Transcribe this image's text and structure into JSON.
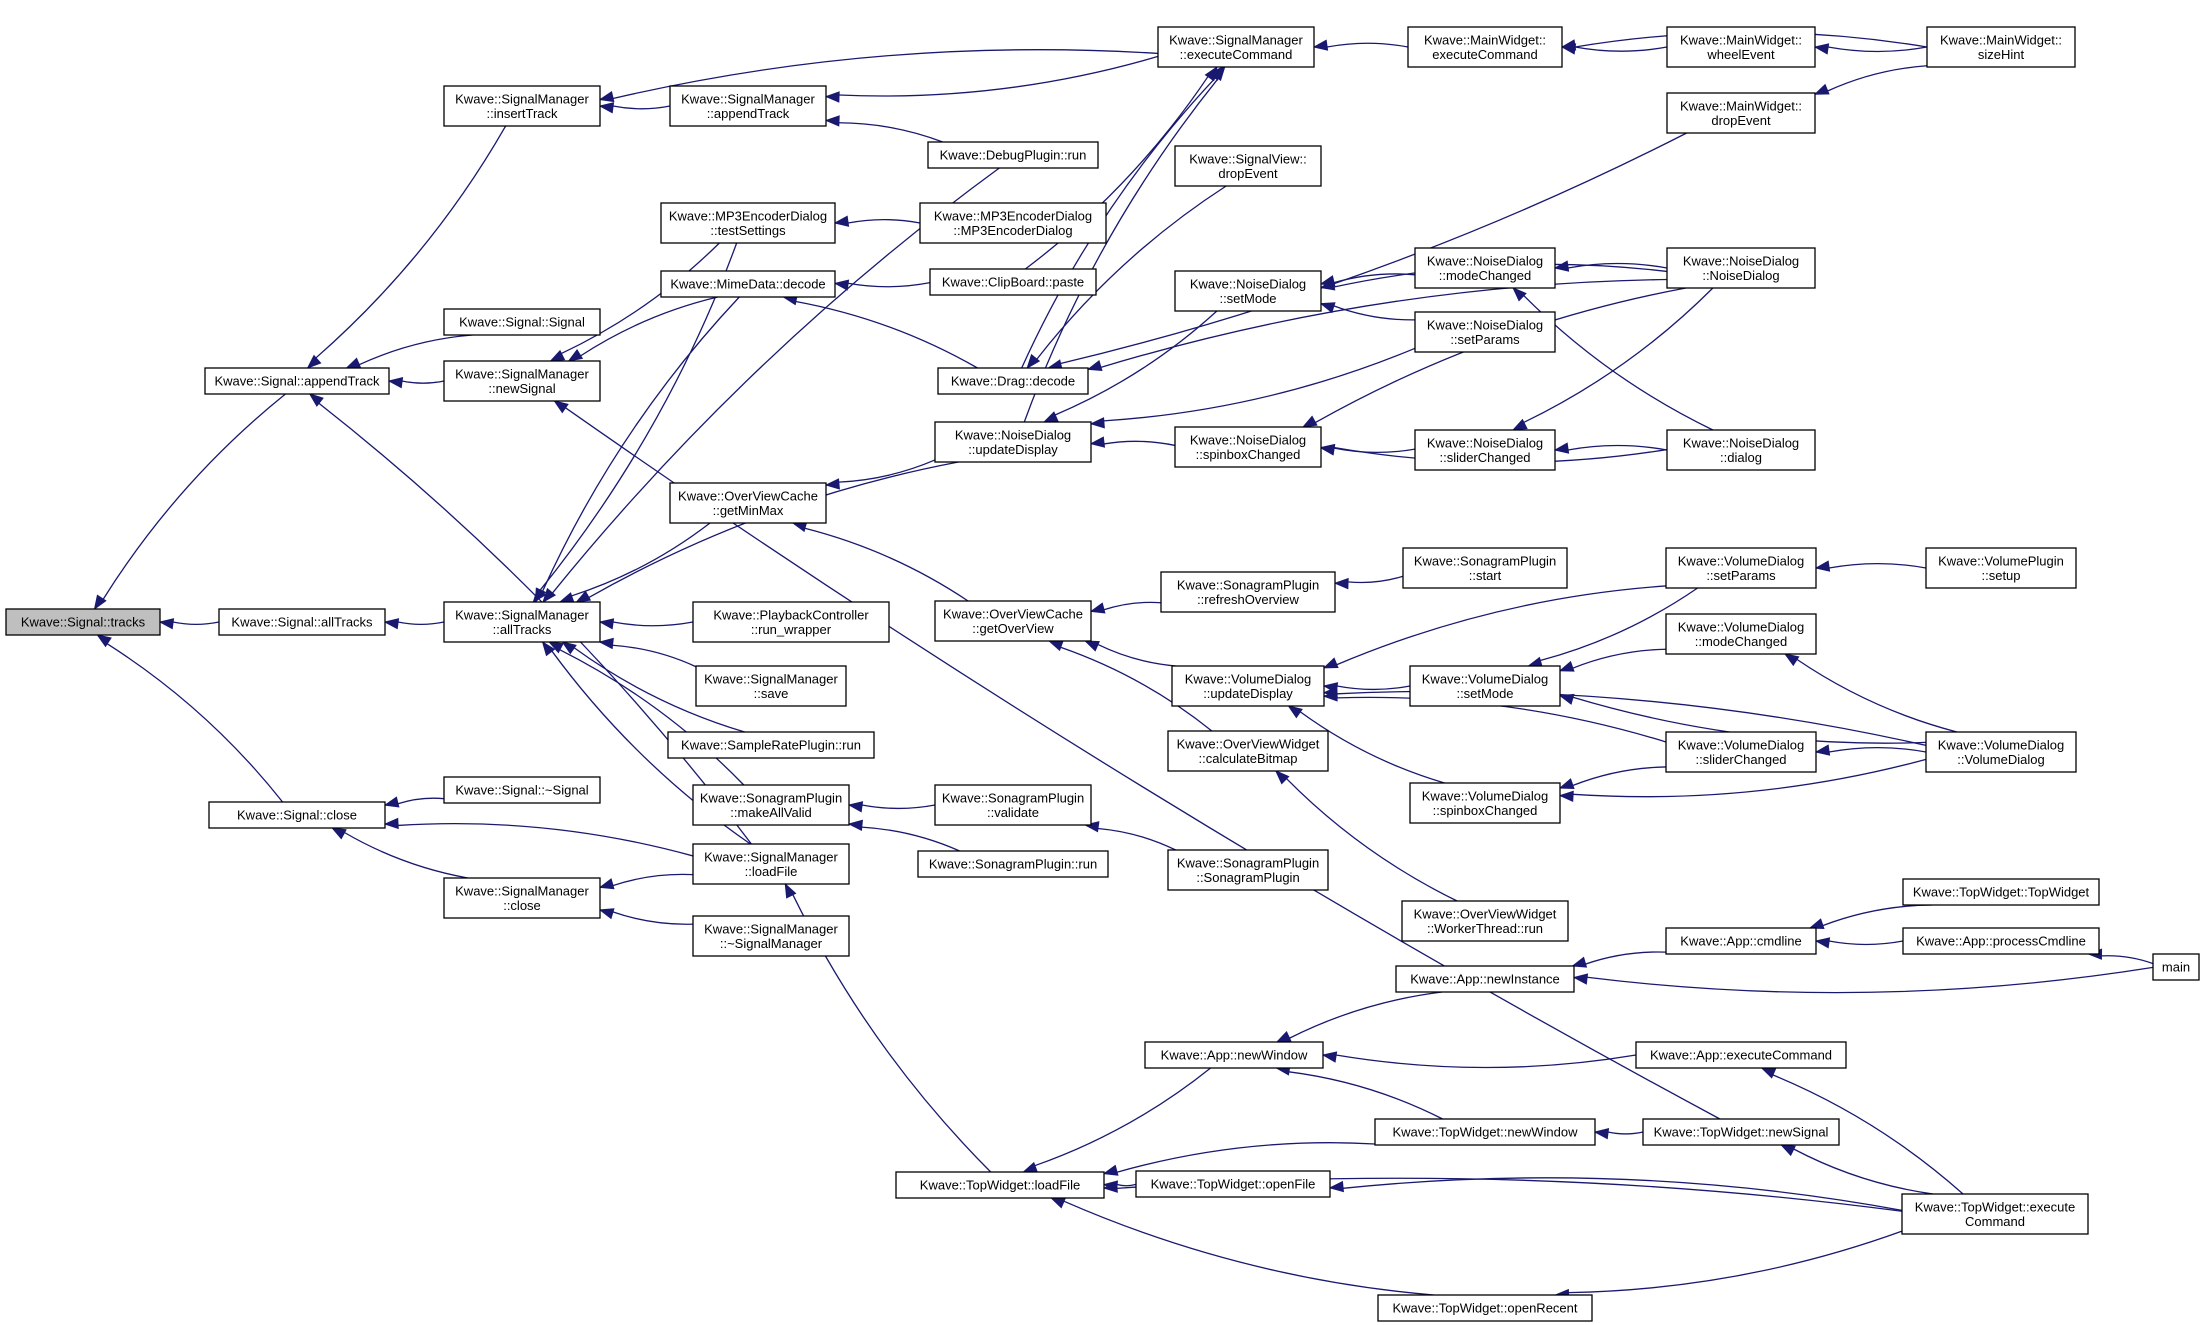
{
  "diagram": {
    "title": "",
    "root": "tracks",
    "nodes": [
      {
        "id": "tracks",
        "label": [
          "Kwave::Signal::tracks"
        ]
      },
      {
        "id": "appendTrack",
        "label": [
          "Kwave::Signal::appendTrack"
        ]
      },
      {
        "id": "allTracksSig",
        "label": [
          "Kwave::Signal::allTracks"
        ]
      },
      {
        "id": "closeSig",
        "label": [
          "Kwave::Signal::close"
        ]
      },
      {
        "id": "smInsertTrack",
        "label": [
          "Kwave::SignalManager",
          "::insertTrack"
        ]
      },
      {
        "id": "sigSignal",
        "label": [
          "Kwave::Signal::Signal"
        ]
      },
      {
        "id": "smNewSignal",
        "label": [
          "Kwave::SignalManager",
          "::newSignal"
        ]
      },
      {
        "id": "smAllTracks",
        "label": [
          "Kwave::SignalManager",
          "::allTracks"
        ]
      },
      {
        "id": "sigDtor",
        "label": [
          "Kwave::Signal::~Signal"
        ]
      },
      {
        "id": "smClose",
        "label": [
          "Kwave::SignalManager",
          "::close"
        ]
      },
      {
        "id": "smAppendTrack",
        "label": [
          "Kwave::SignalManager",
          "::appendTrack"
        ]
      },
      {
        "id": "mp3Test",
        "label": [
          "Kwave::MP3EncoderDialog",
          "::testSettings"
        ]
      },
      {
        "id": "mimeDecode",
        "label": [
          "Kwave::MimeData::decode"
        ]
      },
      {
        "id": "ovcGetMinMax",
        "label": [
          "Kwave::OverViewCache",
          "::getMinMax"
        ]
      },
      {
        "id": "pcRunWrapper",
        "label": [
          "Kwave::PlaybackController",
          "::run_wrapper"
        ]
      },
      {
        "id": "smSave",
        "label": [
          "Kwave::SignalManager",
          "::save"
        ]
      },
      {
        "id": "srpRun",
        "label": [
          "Kwave::SampleRatePlugin::run"
        ]
      },
      {
        "id": "spMakeAllValid",
        "label": [
          "Kwave::SonagramPlugin",
          "::makeAllValid"
        ]
      },
      {
        "id": "smLoadFile",
        "label": [
          "Kwave::SignalManager",
          "::loadFile"
        ]
      },
      {
        "id": "smDtor",
        "label": [
          "Kwave::SignalManager",
          "::~SignalManager"
        ]
      },
      {
        "id": "smExecCmd",
        "label": [
          "Kwave::SignalManager",
          "::executeCommand"
        ]
      },
      {
        "id": "debugRun",
        "label": [
          "Kwave::DebugPlugin::run"
        ]
      },
      {
        "id": "mp3Ctor",
        "label": [
          "Kwave::MP3EncoderDialog",
          "::MP3EncoderDialog"
        ]
      },
      {
        "id": "cbPaste",
        "label": [
          "Kwave::ClipBoard::paste"
        ]
      },
      {
        "id": "dragDecode",
        "label": [
          "Kwave::Drag::decode"
        ]
      },
      {
        "id": "ndUpdateDisplay",
        "label": [
          "Kwave::NoiseDialog",
          "::updateDisplay"
        ]
      },
      {
        "id": "ovcGetOverView",
        "label": [
          "Kwave::OverViewCache",
          "::getOverView"
        ]
      },
      {
        "id": "spValidate",
        "label": [
          "Kwave::SonagramPlugin",
          "::validate"
        ]
      },
      {
        "id": "spRun",
        "label": [
          "Kwave::SonagramPlugin::run"
        ]
      },
      {
        "id": "tlLoadFile",
        "label": [
          "Kwave::TopWidget::loadFile"
        ]
      },
      {
        "id": "svDropEvent",
        "label": [
          "Kwave::SignalView::",
          "dropEvent"
        ]
      },
      {
        "id": "ndSetMode",
        "label": [
          "Kwave::NoiseDialog",
          "::setMode"
        ]
      },
      {
        "id": "ndSpinbox",
        "label": [
          "Kwave::NoiseDialog",
          "::spinboxChanged"
        ]
      },
      {
        "id": "spgRefresh",
        "label": [
          "Kwave::SonagramPlugin",
          "::refreshOverview"
        ]
      },
      {
        "id": "vdUpdateDisplay",
        "label": [
          "Kwave::VolumeDialog",
          "::updateDisplay"
        ]
      },
      {
        "id": "ovwCalcBitmap",
        "label": [
          "Kwave::OverViewWidget",
          "::calculateBitmap"
        ]
      },
      {
        "id": "spgCtor",
        "label": [
          "Kwave::SonagramPlugin",
          "::SonagramPlugin"
        ]
      },
      {
        "id": "appNewWindow",
        "label": [
          "Kwave::App::newWindow"
        ]
      },
      {
        "id": "twOpenFile",
        "label": [
          "Kwave::TopWidget::openFile"
        ]
      },
      {
        "id": "mwExecCmd",
        "label": [
          "Kwave::MainWidget::",
          "executeCommand"
        ]
      },
      {
        "id": "ndModeChanged",
        "label": [
          "Kwave::NoiseDialog",
          "::modeChanged"
        ]
      },
      {
        "id": "ndSetParams",
        "label": [
          "Kwave::NoiseDialog",
          "::setParams"
        ]
      },
      {
        "id": "ndSlider",
        "label": [
          "Kwave::NoiseDialog",
          "::sliderChanged"
        ]
      },
      {
        "id": "spgStart",
        "label": [
          "Kwave::SonagramPlugin",
          "::start"
        ]
      },
      {
        "id": "vdSetMode",
        "label": [
          "Kwave::VolumeDialog",
          "::setMode"
        ]
      },
      {
        "id": "vdSpinbox",
        "label": [
          "Kwave::VolumeDialog",
          "::spinboxChanged"
        ]
      },
      {
        "id": "ovwWorkerRun",
        "label": [
          "Kwave::OverViewWidget",
          "::WorkerThread::run"
        ]
      },
      {
        "id": "appNewInstance",
        "label": [
          "Kwave::App::newInstance"
        ]
      },
      {
        "id": "twNewWindow",
        "label": [
          "Kwave::TopWidget::newWindow"
        ]
      },
      {
        "id": "twOpenRecent",
        "label": [
          "Kwave::TopWidget::openRecent"
        ]
      },
      {
        "id": "mwWheel",
        "label": [
          "Kwave::MainWidget::",
          "wheelEvent"
        ]
      },
      {
        "id": "mwDrop",
        "label": [
          "Kwave::MainWidget::",
          "dropEvent"
        ]
      },
      {
        "id": "ndCtor",
        "label": [
          "Kwave::NoiseDialog",
          "::NoiseDialog"
        ]
      },
      {
        "id": "ndDialog",
        "label": [
          "Kwave::NoiseDialog",
          "::dialog"
        ]
      },
      {
        "id": "vdSetParams",
        "label": [
          "Kwave::VolumeDialog",
          "::setParams"
        ]
      },
      {
        "id": "vdModeChanged",
        "label": [
          "Kwave::VolumeDialog",
          "::modeChanged"
        ]
      },
      {
        "id": "vdSlider",
        "label": [
          "Kwave::VolumeDialog",
          "::sliderChanged"
        ]
      },
      {
        "id": "appCmdline",
        "label": [
          "Kwave::App::cmdline"
        ]
      },
      {
        "id": "appExecCmd",
        "label": [
          "Kwave::App::executeCommand"
        ]
      },
      {
        "id": "twNewSignal",
        "label": [
          "Kwave::TopWidget::newSignal"
        ]
      },
      {
        "id": "mwSizeHint",
        "label": [
          "Kwave::MainWidget::",
          "sizeHint"
        ]
      },
      {
        "id": "vpSetup",
        "label": [
          "Kwave::VolumePlugin",
          "::setup"
        ]
      },
      {
        "id": "twCtor",
        "label": [
          "Kwave::TopWidget::TopWidget"
        ]
      },
      {
        "id": "appProcessCmdline",
        "label": [
          "Kwave::App::processCmdline"
        ]
      },
      {
        "id": "vdCtor",
        "label": [
          "Kwave::VolumeDialog",
          "::VolumeDialog"
        ]
      },
      {
        "id": "twExecCmd",
        "label": [
          "Kwave::TopWidget::execute",
          "Command"
        ]
      },
      {
        "id": "main",
        "label": [
          "main"
        ]
      }
    ],
    "edges": [
      {
        "from": "appendTrack",
        "to": "tracks"
      },
      {
        "from": "allTracksSig",
        "to": "tracks"
      },
      {
        "from": "closeSig",
        "to": "tracks"
      },
      {
        "from": "smInsertTrack",
        "to": "appendTrack"
      },
      {
        "from": "sigSignal",
        "to": "appendTrack"
      },
      {
        "from": "smNewSignal",
        "to": "appendTrack"
      },
      {
        "from": "smLoadFile",
        "to": "appendTrack"
      },
      {
        "from": "smAllTracks",
        "to": "allTracksSig"
      },
      {
        "from": "sigDtor",
        "to": "closeSig"
      },
      {
        "from": "smClose",
        "to": "closeSig"
      },
      {
        "from": "smLoadFile",
        "to": "closeSig"
      },
      {
        "from": "smAppendTrack",
        "to": "smInsertTrack"
      },
      {
        "from": "smExecCmd",
        "to": "smInsertTrack"
      },
      {
        "from": "smExecCmd",
        "to": "smAppendTrack"
      },
      {
        "from": "debugRun",
        "to": "smAppendTrack"
      },
      {
        "from": "mp3Test",
        "to": "smNewSignal"
      },
      {
        "from": "mimeDecode",
        "to": "smNewSignal"
      },
      {
        "from": "twNewSignal",
        "to": "smNewSignal"
      },
      {
        "from": "debugRun",
        "to": "smAllTracks"
      },
      {
        "from": "mp3Test",
        "to": "smAllTracks"
      },
      {
        "from": "mimeDecode",
        "to": "smAllTracks"
      },
      {
        "from": "ovcGetMinMax",
        "to": "smAllTracks"
      },
      {
        "from": "ndUpdateDisplay",
        "to": "smAllTracks"
      },
      {
        "from": "pcRunWrapper",
        "to": "smAllTracks"
      },
      {
        "from": "smSave",
        "to": "smAllTracks"
      },
      {
        "from": "srpRun",
        "to": "smAllTracks"
      },
      {
        "from": "spMakeAllValid",
        "to": "smAllTracks"
      },
      {
        "from": "smLoadFile",
        "to": "smAllTracks"
      },
      {
        "from": "smLoadFile",
        "to": "smClose"
      },
      {
        "from": "smDtor",
        "to": "smClose"
      },
      {
        "from": "mp3Ctor",
        "to": "mp3Test"
      },
      {
        "from": "cbPaste",
        "to": "mimeDecode"
      },
      {
        "from": "dragDecode",
        "to": "mimeDecode"
      },
      {
        "from": "ndUpdateDisplay",
        "to": "ovcGetMinMax"
      },
      {
        "from": "ovcGetOverView",
        "to": "ovcGetMinMax"
      },
      {
        "from": "spValidate",
        "to": "spMakeAllValid"
      },
      {
        "from": "spRun",
        "to": "spMakeAllValid"
      },
      {
        "from": "tlLoadFile",
        "to": "smLoadFile"
      },
      {
        "from": "mwExecCmd",
        "to": "smExecCmd"
      },
      {
        "from": "dragDecode",
        "to": "smExecCmd"
      },
      {
        "from": "cbPaste",
        "to": "smExecCmd"
      },
      {
        "from": "ndUpdateDisplay",
        "to": "smExecCmd"
      },
      {
        "from": "svDropEvent",
        "to": "dragDecode"
      },
      {
        "from": "mwDrop",
        "to": "dragDecode"
      },
      {
        "from": "ndCtor",
        "to": "dragDecode"
      },
      {
        "from": "ndSetMode",
        "to": "ndUpdateDisplay"
      },
      {
        "from": "ndSpinbox",
        "to": "ndUpdateDisplay"
      },
      {
        "from": "ndSetParams",
        "to": "ndUpdateDisplay"
      },
      {
        "from": "ndModeChanged",
        "to": "ndSetMode"
      },
      {
        "from": "ndSetParams",
        "to": "ndSetMode"
      },
      {
        "from": "ndCtor",
        "to": "ndSetMode"
      },
      {
        "from": "ndSlider",
        "to": "ndSpinbox"
      },
      {
        "from": "ndCtor",
        "to": "ndSpinbox"
      },
      {
        "from": "ndDialog",
        "to": "ndSpinbox"
      },
      {
        "from": "ndCtor",
        "to": "ndModeChanged"
      },
      {
        "from": "ndDialog",
        "to": "ndModeChanged"
      },
      {
        "from": "ndDialog",
        "to": "ndSlider"
      },
      {
        "from": "ndCtor",
        "to": "ndSlider"
      },
      {
        "from": "spgRefresh",
        "to": "ovcGetOverView"
      },
      {
        "from": "vdUpdateDisplay",
        "to": "ovcGetOverView"
      },
      {
        "from": "ovwCalcBitmap",
        "to": "ovcGetOverView"
      },
      {
        "from": "spgStart",
        "to": "spgRefresh"
      },
      {
        "from": "spgCtor",
        "to": "spValidate"
      },
      {
        "from": "ovwWorkerRun",
        "to": "ovwCalcBitmap"
      },
      {
        "from": "vdSetParams",
        "to": "vdUpdateDisplay"
      },
      {
        "from": "vdSetMode",
        "to": "vdUpdateDisplay"
      },
      {
        "from": "vdSlider",
        "to": "vdUpdateDisplay"
      },
      {
        "from": "vdSpinbox",
        "to": "vdUpdateDisplay"
      },
      {
        "from": "vdCtor",
        "to": "vdUpdateDisplay"
      },
      {
        "from": "vdSetParams",
        "to": "vdSetMode"
      },
      {
        "from": "vdModeChanged",
        "to": "vdSetMode"
      },
      {
        "from": "vdCtor",
        "to": "vdSetMode"
      },
      {
        "from": "vdSlider",
        "to": "vdSpinbox"
      },
      {
        "from": "vdCtor",
        "to": "vdSpinbox"
      },
      {
        "from": "vpSetup",
        "to": "vdSetParams"
      },
      {
        "from": "vdCtor",
        "to": "vdModeChanged"
      },
      {
        "from": "vdCtor",
        "to": "vdSlider"
      },
      {
        "from": "mwWheel",
        "to": "mwExecCmd"
      },
      {
        "from": "mwSizeHint",
        "to": "mwExecCmd"
      },
      {
        "from": "mwSizeHint",
        "to": "mwWheel"
      },
      {
        "from": "mwSizeHint",
        "to": "mwDrop"
      },
      {
        "from": "appNewWindow",
        "to": "tlLoadFile"
      },
      {
        "from": "twNewWindow",
        "to": "tlLoadFile"
      },
      {
        "from": "twOpenFile",
        "to": "tlLoadFile"
      },
      {
        "from": "twExecCmd",
        "to": "tlLoadFile"
      },
      {
        "from": "twOpenRecent",
        "to": "tlLoadFile"
      },
      {
        "from": "appNewInstance",
        "to": "appNewWindow"
      },
      {
        "from": "appExecCmd",
        "to": "appNewWindow"
      },
      {
        "from": "twNewWindow",
        "to": "appNewWindow"
      },
      {
        "from": "twNewSignal",
        "to": "twNewWindow"
      },
      {
        "from": "twExecCmd",
        "to": "twOpenFile"
      },
      {
        "from": "twExecCmd",
        "to": "twOpenRecent"
      },
      {
        "from": "twExecCmd",
        "to": "appExecCmd"
      },
      {
        "from": "twExecCmd",
        "to": "twNewSignal"
      },
      {
        "from": "appCmdline",
        "to": "appNewInstance"
      },
      {
        "from": "main",
        "to": "appNewInstance"
      },
      {
        "from": "twCtor",
        "to": "appCmdline"
      },
      {
        "from": "appProcessCmdline",
        "to": "appCmdline"
      },
      {
        "from": "main",
        "to": "appProcessCmdline"
      }
    ]
  }
}
